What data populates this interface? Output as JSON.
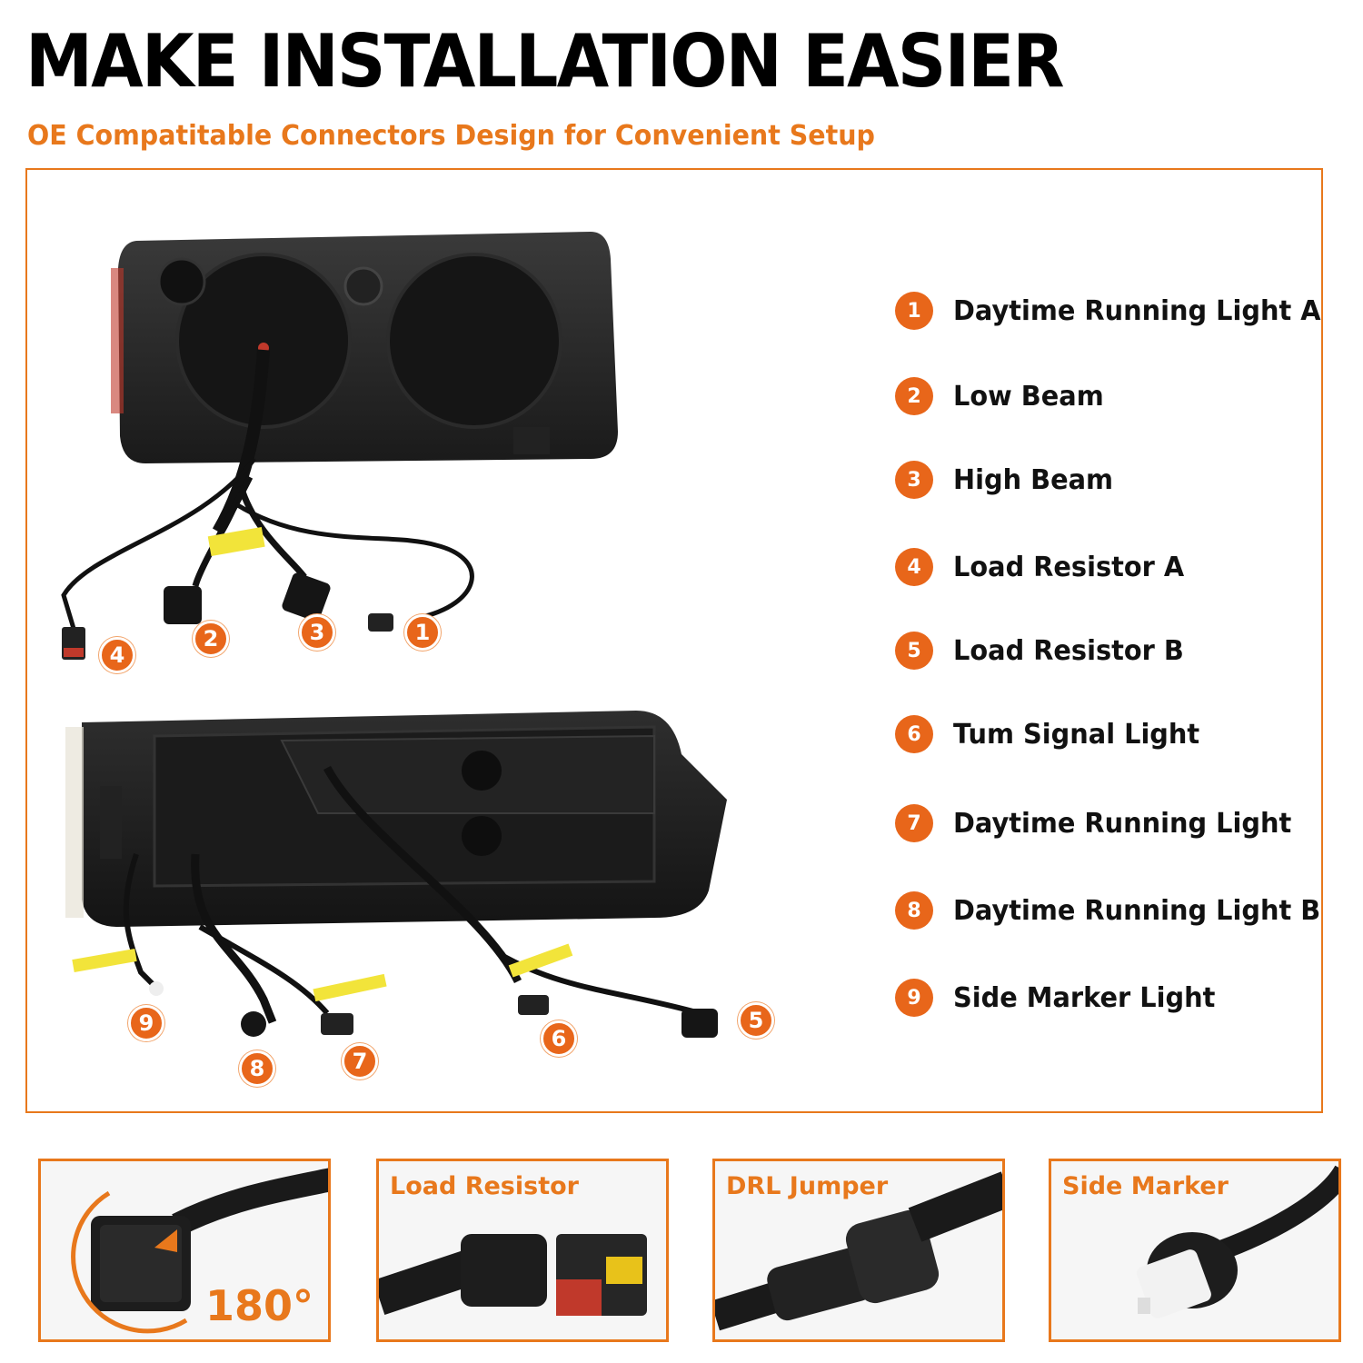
{
  "header": {
    "title": "MAKE INSTALLATION EASIER",
    "subtitle": "OE Compatitable Connectors Design for Convenient Setup"
  },
  "legend": [
    {
      "num": "1",
      "label": "Daytime Running Light A"
    },
    {
      "num": "2",
      "label": "Low Beam"
    },
    {
      "num": "3",
      "label": "High Beam"
    },
    {
      "num": "4",
      "label": "Load Resistor A"
    },
    {
      "num": "5",
      "label": "Load Resistor B"
    },
    {
      "num": "6",
      "label": "Tum Signal Light"
    },
    {
      "num": "7",
      "label": "Daytime Running Light"
    },
    {
      "num": "8",
      "label": "Daytime Running Light B"
    },
    {
      "num": "9",
      "label": "Side Marker Light"
    }
  ],
  "callouts": {
    "c1": "1",
    "c2": "2",
    "c3": "3",
    "c4": "4",
    "c5": "5",
    "c6": "6",
    "c7": "7",
    "c8": "8",
    "c9": "9"
  },
  "thumbnails": [
    {
      "label": "",
      "badge": "180°"
    },
    {
      "label": "Load Resistor"
    },
    {
      "label": "DRL Jumper"
    },
    {
      "label": "Side Marker"
    }
  ],
  "colors": {
    "accent": "#e8781c",
    "badge": "#e8661a"
  }
}
